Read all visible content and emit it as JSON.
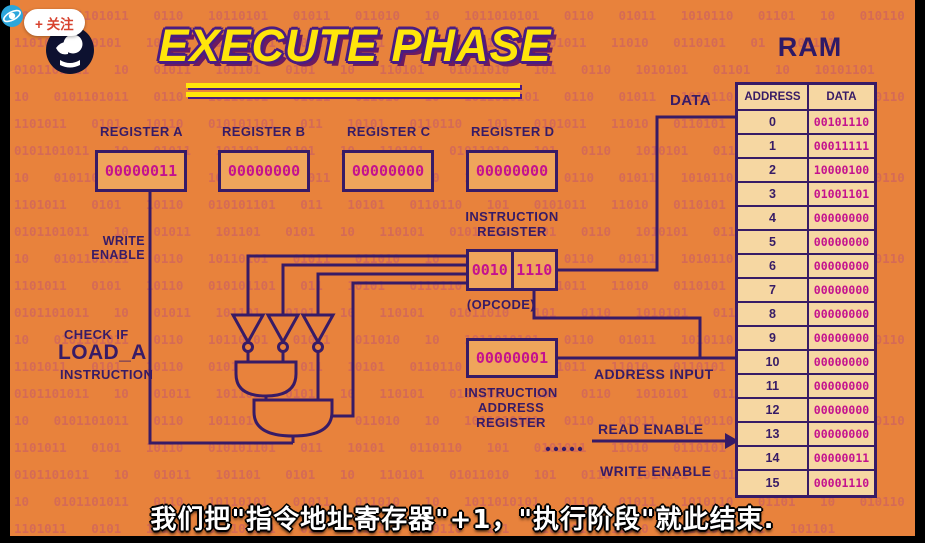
{
  "title": {
    "text": "EXECUTE PHASE"
  },
  "overlay": {
    "follow_button": "+ 关注"
  },
  "labels": {
    "data": "DATA",
    "write_enable_left": "WRITE ENABLE",
    "instruction_register": "INSTRUCTION REGISTER",
    "opcode": "(OPCODE)",
    "instruction_address_register": "INSTRUCTION ADDRESS REGISTER",
    "address_input": "ADDRESS INPUT",
    "read_enable": "READ ENABLE",
    "write_enable_right": "WRITE ENABLE",
    "ram": "RAM"
  },
  "check_load": {
    "line1": "CHECK IF",
    "line2": "LOAD_A",
    "line3": "INSTRUCTION"
  },
  "registers": [
    {
      "name": "REGISTER A",
      "value": "00000011"
    },
    {
      "name": "REGISTER B",
      "value": "00000000"
    },
    {
      "name": "REGISTER C",
      "value": "00000000"
    },
    {
      "name": "REGISTER D",
      "value": "00000000"
    }
  ],
  "instruction_register": {
    "opcode": "0010",
    "operand": "1110"
  },
  "instruction_address_register": {
    "value": "00000001"
  },
  "ram": {
    "headers": [
      "ADDRESS",
      "DATA"
    ],
    "rows": [
      {
        "address": "0",
        "data": "00101110"
      },
      {
        "address": "1",
        "data": "00011111"
      },
      {
        "address": "2",
        "data": "10000100"
      },
      {
        "address": "3",
        "data": "01001101"
      },
      {
        "address": "4",
        "data": "00000000"
      },
      {
        "address": "5",
        "data": "00000000"
      },
      {
        "address": "6",
        "data": "00000000"
      },
      {
        "address": "7",
        "data": "00000000"
      },
      {
        "address": "8",
        "data": "00000000"
      },
      {
        "address": "9",
        "data": "00000000"
      },
      {
        "address": "10",
        "data": "00000000"
      },
      {
        "address": "11",
        "data": "00000000"
      },
      {
        "address": "12",
        "data": "00000000"
      },
      {
        "address": "13",
        "data": "00000000"
      },
      {
        "address": "14",
        "data": "00000011"
      },
      {
        "address": "15",
        "data": "00001110"
      }
    ]
  },
  "subtitle": "我们把\"指令地址寄存器\"+1，\"执行阶段\"就此结束.",
  "background": {
    "binary_pattern": "10 0101101011 0110 10110101 01011 011010 10 1011010101 0110 01011 1010110 01101 10 010110 1101011 0101 10110 010101101 011 10101 0110110 101 0101011 11010 0110101 01 101101 0101101011 10 01011 101101 0101 10 110101 01011010 101 0110 1010101 01101 10 10101101"
  },
  "colors": {
    "background": "#E8823C",
    "line": "#371B66",
    "value_text": "#C4128E",
    "title_yellow": "#FFE60A",
    "ram_panel": "#F6D7A2",
    "box_fill": "#EFA55B"
  }
}
